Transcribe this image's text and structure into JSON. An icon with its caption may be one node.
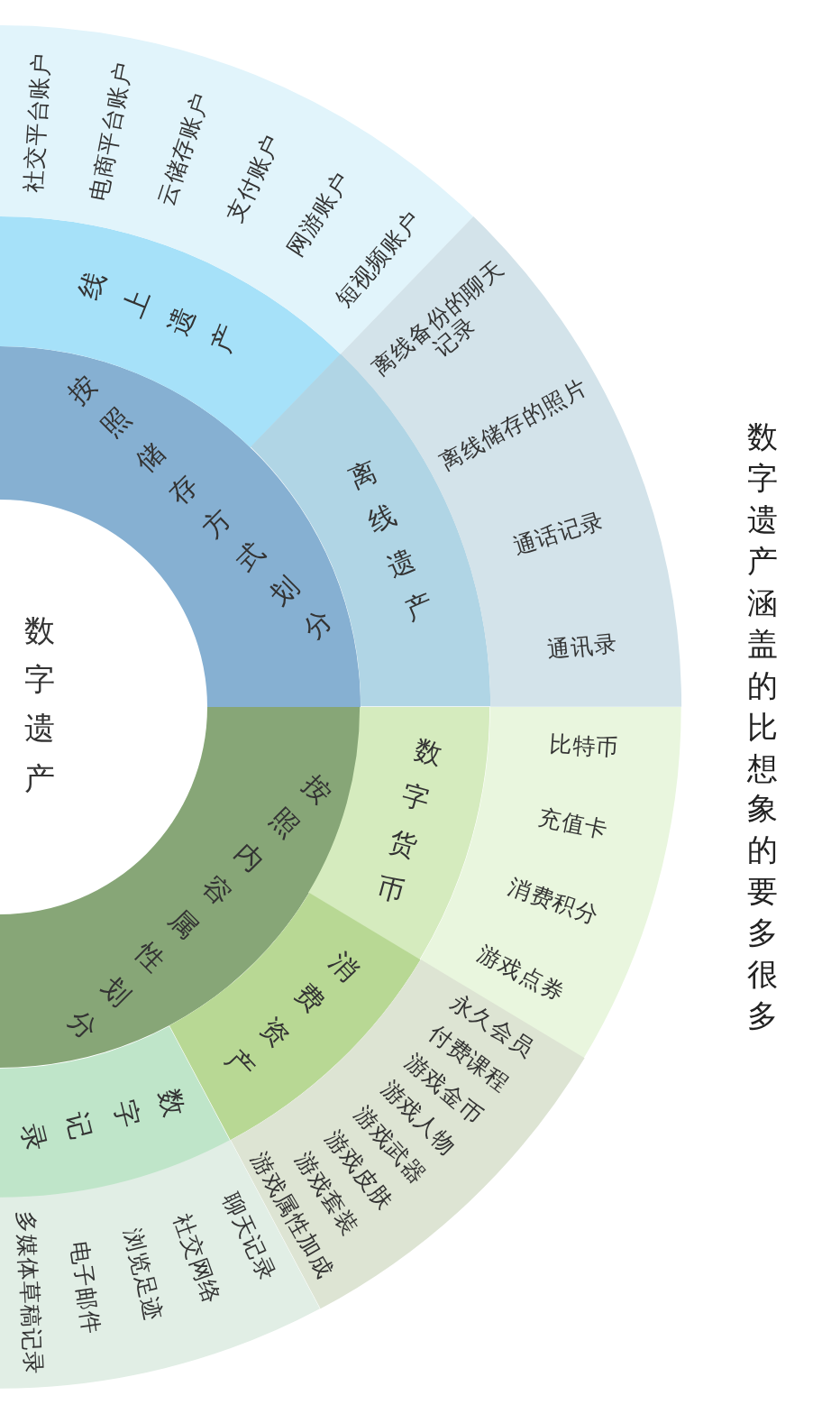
{
  "diagram": {
    "title": "数字遗产涵盖的比想象的要多很多",
    "nodes": [
      {
        "text": [
          "数字遗产"
        ]
      },
      {
        "text": [
          "按照储存方式划分"
        ]
      },
      {
        "text": [
          "按照内容属性划分"
        ]
      },
      {
        "text": [
          "线上遗产"
        ]
      },
      {
        "text": [
          "离线遗产"
        ]
      },
      {
        "text": [
          "数字货币"
        ]
      },
      {
        "text": [
          "消费资产"
        ]
      },
      {
        "text": [
          "数字记录"
        ]
      },
      {
        "text": [
          "社交平台账户",
          "电商平台账户",
          "云储存账户",
          "支付账户",
          "网游账户",
          "短视频账户"
        ]
      },
      {
        "text": [
          "离线备份的聊天记录",
          "离线储存的照片",
          "通话记录",
          "通讯录"
        ]
      },
      {
        "text": [
          "比特币",
          "充值卡",
          "消费积分",
          "游戏点券"
        ]
      },
      {
        "text": [
          "永久会员",
          "付费课程",
          "游戏金币",
          "游戏人物",
          "游戏武器",
          "游戏皮肤",
          "游戏套装",
          "游戏属性加成"
        ]
      },
      {
        "text": [
          "聊天记录",
          "社交网络",
          "浏览足迹",
          "电子邮件",
          "多媒体草稿记录"
        ]
      }
    ]
  }
}
